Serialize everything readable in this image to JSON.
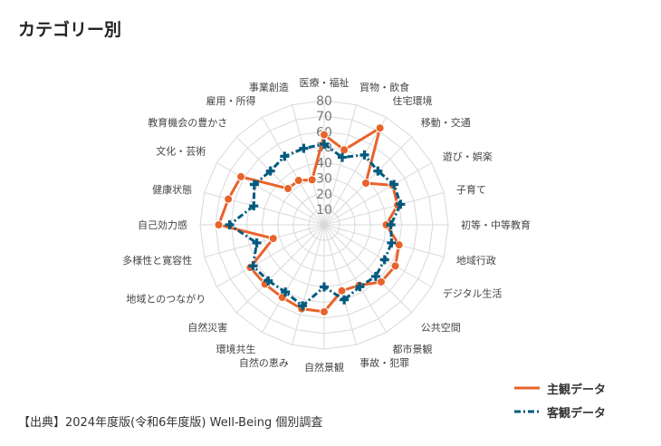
{
  "title": "カテゴリー別",
  "source": "【出典】2024年度版(令和6年度版) Well-Being 個別調査",
  "chart_data": {
    "type": "radar",
    "title": "カテゴリー別",
    "categories": [
      "医療・福祉",
      "買物・飲食",
      "住宅環境",
      "移動・交通",
      "遊び・娯楽",
      "子育て",
      "初等・中等教育",
      "地域行政",
      "デジタル生活",
      "公共空間",
      "都市景観",
      "事故・犯罪",
      "自然景観",
      "自然の恵み",
      "環境共生",
      "自然災害",
      "地域とのつながり",
      "多様性と寛容性",
      "自己効力感",
      "健康状態",
      "文化・芸術",
      "教育機会の豊かさ",
      "雇用・所得",
      "事業創造"
    ],
    "rlim": [
      0,
      80
    ],
    "ticks": [
      10,
      20,
      30,
      40,
      50,
      60,
      70,
      80
    ],
    "grid": true,
    "legend_position": "bottom-right",
    "series": [
      {
        "name": "主観データ",
        "color": "#e8632b",
        "values": [
          58,
          50,
          72,
          38,
          51,
          49,
          40,
          50,
          53,
          52,
          45,
          44,
          56,
          56,
          54,
          54,
          55,
          34,
          68,
          64,
          62,
          33,
          33,
          30
        ]
      },
      {
        "name": "客観データ",
        "color": "#005a7f",
        "values": [
          52,
          45,
          52,
          49,
          52,
          51,
          43,
          45,
          45,
          47,
          46,
          50,
          40,
          54,
          50,
          51,
          53,
          45,
          61,
          47,
          52,
          49,
          51,
          51
        ]
      }
    ]
  }
}
